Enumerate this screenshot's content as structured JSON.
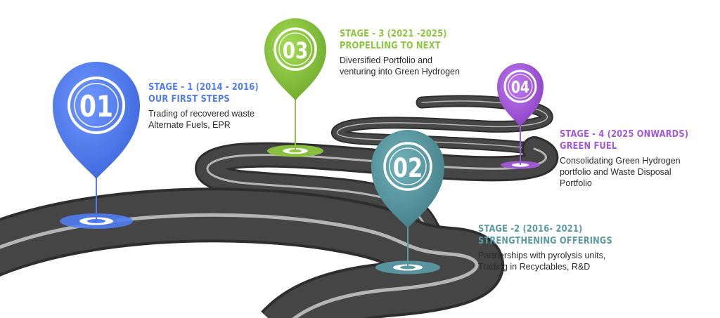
{
  "colors": {
    "road": "#404040",
    "road_edge": "#2e2e2e",
    "lane": "#b5b5b5",
    "stage1": "#4f7cf0",
    "stage2": "#5a9aa3",
    "stage3": "#8cc63f",
    "stage4": "#a259d9"
  },
  "stages": [
    {
      "number": "01",
      "title_line1": "STAGE - 1 (2014 - 2016)",
      "title_line2": "OUR FIRST STEPS",
      "desc_line1": "Trading of recovered waste",
      "desc_line2": "Alternate Fuels, EPR",
      "desc_line3": ""
    },
    {
      "number": "02",
      "title_line1": "STAGE -2 (2016- 2021)",
      "title_line2": "STRENGTHENING OFFERINGS",
      "desc_line1": "Partnerships with pyrolysis units,",
      "desc_line2": "Trading in Recyclables, R&D",
      "desc_line3": ""
    },
    {
      "number": "03",
      "title_line1": "STAGE - 3 (2021 -2025)",
      "title_line2": "PROPELLING TO NEXT",
      "desc_line1": "Diversified Portfolio and",
      "desc_line2": "venturing into Green Hydrogen",
      "desc_line3": ""
    },
    {
      "number": "04",
      "title_line1": "STAGE - 4 (2025 ONWARDS)",
      "title_line2": "GREEN FUEL",
      "desc_line1": "Consolidating Green Hydrogen",
      "desc_line2": "portfolio and Waste Disposal",
      "desc_line3": "Portfolio"
    }
  ]
}
